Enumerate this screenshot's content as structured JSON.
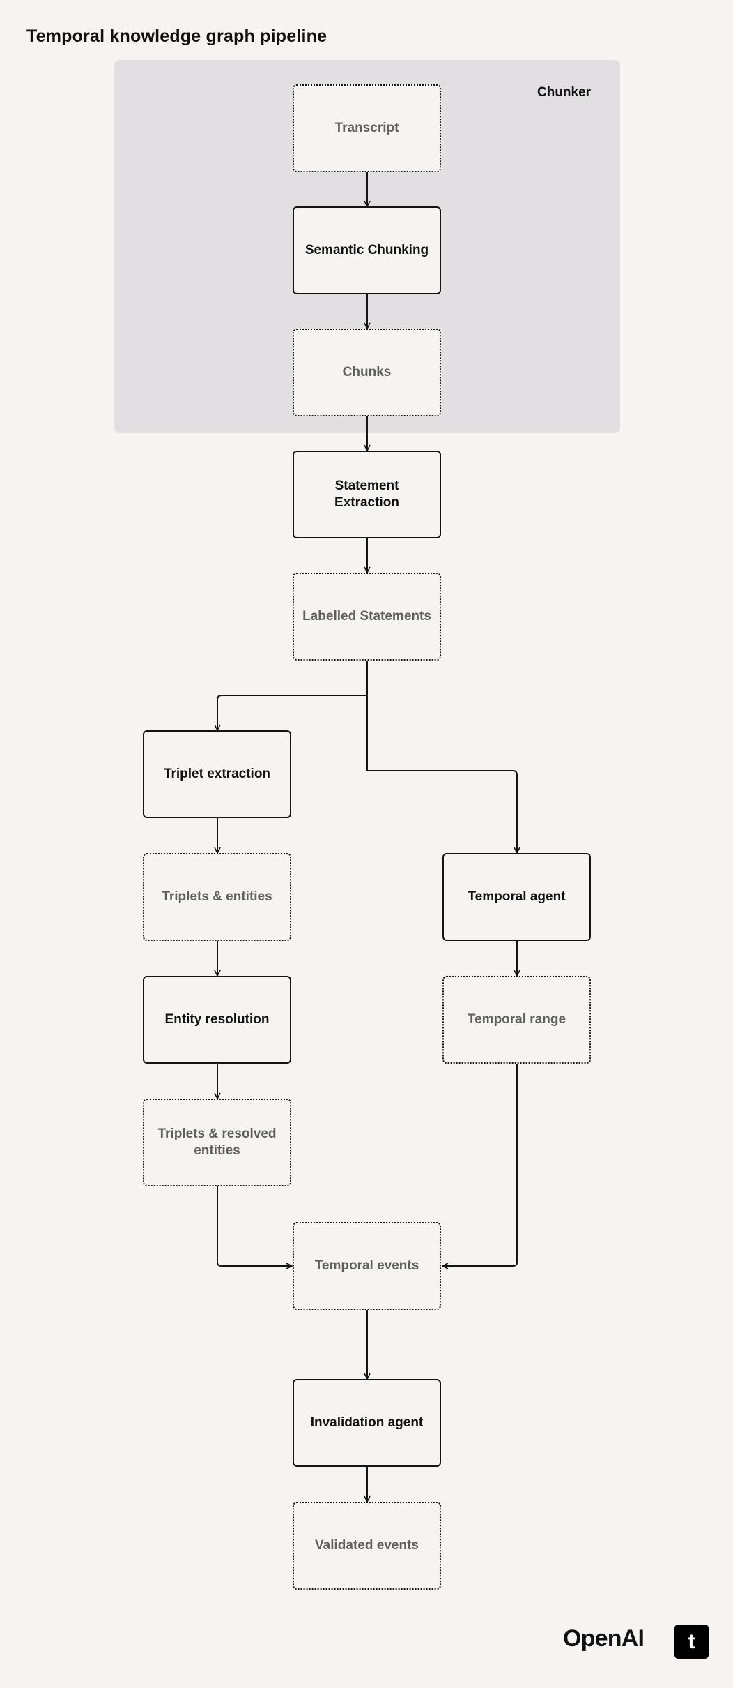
{
  "title": "Temporal knowledge graph pipeline",
  "group": {
    "label": "Chunker"
  },
  "nodes": {
    "transcript": "Transcript",
    "semantic_chunking": "Semantic Chunking",
    "chunks": "Chunks",
    "statement_extraction": "Statement Extraction",
    "labelled_statements": "Labelled Statements",
    "triplet_extraction": "Triplet extraction",
    "triplets_entities": "Triplets & entities",
    "entity_resolution": "Entity resolution",
    "triplets_resolved": "Triplets & resolved entities",
    "temporal_agent": "Temporal agent",
    "temporal_range": "Temporal range",
    "temporal_events": "Temporal events",
    "invalidation_agent": "Invalidation agent",
    "validated_events": "Validated events"
  },
  "footer": {
    "brand": "OpenAI",
    "badge": "t"
  }
}
